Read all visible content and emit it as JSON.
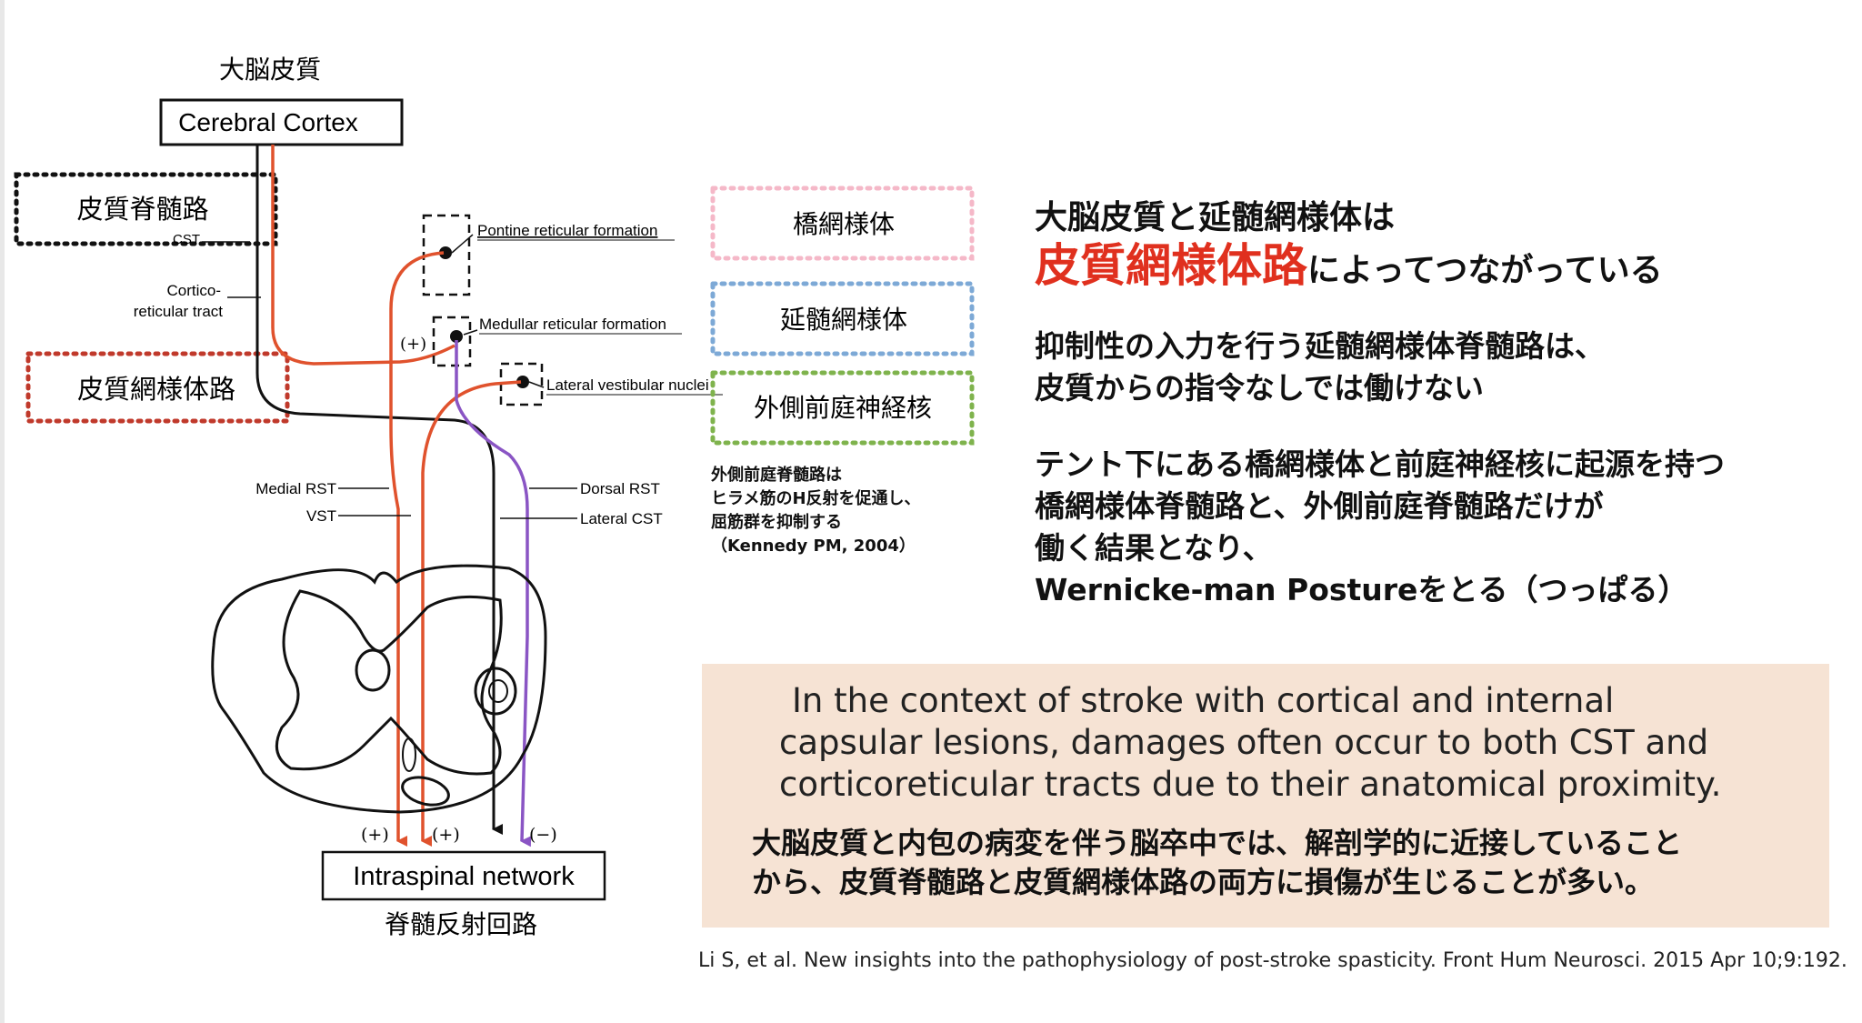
{
  "diagram": {
    "cortex_jp": "大脳皮質",
    "cortex_box": "Cerebral Cortex",
    "cst_jp": "皮質脊髄路",
    "cst_short": "CST",
    "cortico_reticular": [
      "Cortico-",
      "reticular tract"
    ],
    "crt_jp": "皮質網様体路",
    "pontine": "Pontine reticular formation",
    "medullar": "Medullar reticular formation",
    "lateral_vestibular": "Lateral vestibular nuclei",
    "medial_rst": "Medial RST",
    "vst": "VST",
    "dorsal_rst": "Dorsal RST",
    "lateral_cst": "Lateral CST",
    "plus_sign": "(+)",
    "minus_sign": "(−)",
    "intraspinal_box": "Intraspinal network",
    "intraspinal_jp": "脊髄反射回路"
  },
  "legend_boxes": [
    {
      "label": "橋網様体",
      "color": "#f5b8c8"
    },
    {
      "label": "延髄網様体",
      "color": "#7da9d6"
    },
    {
      "label": "外側前庭神経核",
      "color": "#7fb34d"
    }
  ],
  "small_note": {
    "lines": [
      "外側前庭脊髄路は",
      "ヒラメ筋のH反射を促通し、",
      "屈筋群を抑制する",
      "（Kennedy PM, 2004）"
    ]
  },
  "heading": {
    "line1": "大脳皮質と延髄網様体は",
    "line2_red": "皮質網様体路",
    "line2_rest": "によってつながっている"
  },
  "para1": [
    "抑制性の入力を行う延髄網様体脊髄路は、",
    "皮質からの指令なしでは働けない"
  ],
  "para2": [
    "テント下にある橋網様体と前庭神経核に起源を持つ",
    "橋網様体脊髄路と、外側前庭脊髄路だけが",
    "働く結果となり、",
    "Wernicke-man Postureをとる（つっぱる）"
  ],
  "summary_box": {
    "en_lines": [
      "In the context of stroke with cortical and internal",
      "capsular lesions, damages often occur to both CST and",
      "corticoreticular tracts due to their anatomical proximity."
    ],
    "jp_lines": [
      "大脳皮質と内包の病変を伴う脳卒中では、解剖学的に近接していること",
      "から、皮質脊髄路と皮質網様体路の両方に損傷が生じることが多い。"
    ]
  },
  "citation": "Li S, et al. New insights into the pathophysiology of post-stroke spasticity. Front Hum Neurosci. 2015 Apr 10;9:192.",
  "colors": {
    "red_tract": "#e0522d",
    "purple_tract": "#8a55c4",
    "red_dotted": "#c0392b",
    "box_bg": "#f6e3d4",
    "highlight_red": "#e0301e"
  }
}
